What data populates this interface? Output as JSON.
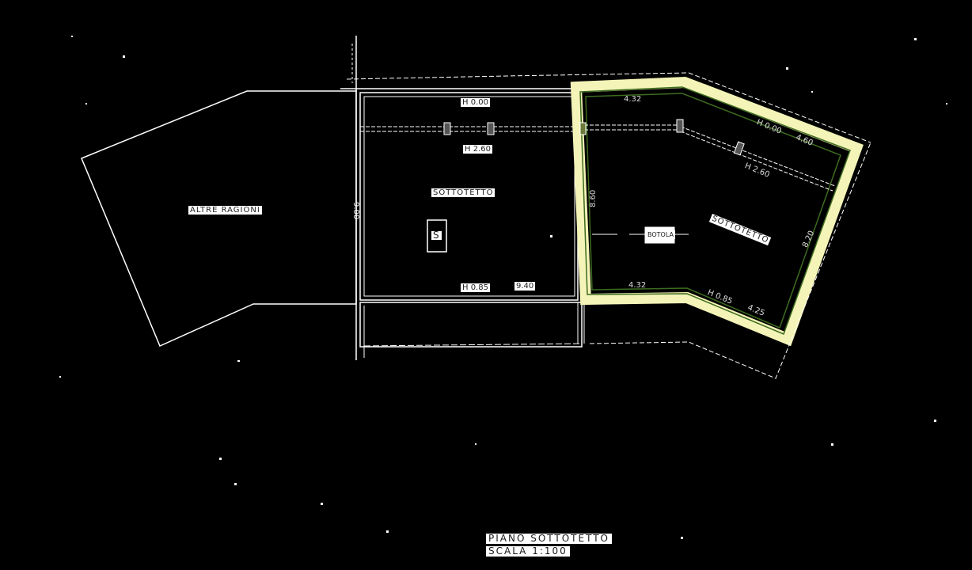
{
  "drawing": {
    "title_line1": "PIANO   SOTTOTETTO",
    "title_line2": "SCALA  1:100",
    "background": "#000000",
    "line_color": "#ffffff",
    "highlight_fill": "#f4f4b8",
    "highlight_stroke": "#3d6b1f"
  },
  "rooms": {
    "altre_ragioni": "ALTRE   RAGIONI",
    "sottotetto_center": "SOTTOTETTO",
    "sottotetto_right": "SOTTOTETTO",
    "stair_symbol": "S",
    "boiler_label": "BOTOLA"
  },
  "dimensions": {
    "center_h_top": "H 0.00",
    "center_h_beam": "H 2.60",
    "center_side": "9.00",
    "center_h_bottom": "H 0.85",
    "center_bottom_len": "9.40",
    "right_top_len": "4.32",
    "right_side_left": "8.60",
    "right_h_top": "H 0.00",
    "right_top_diag": "4.60",
    "right_h_beam": "H 2.60",
    "right_side_right": "8.20",
    "right_bottom_len": "4.32",
    "right_h_bottom": "H 0.85",
    "right_bottom_diag": "4.25"
  }
}
